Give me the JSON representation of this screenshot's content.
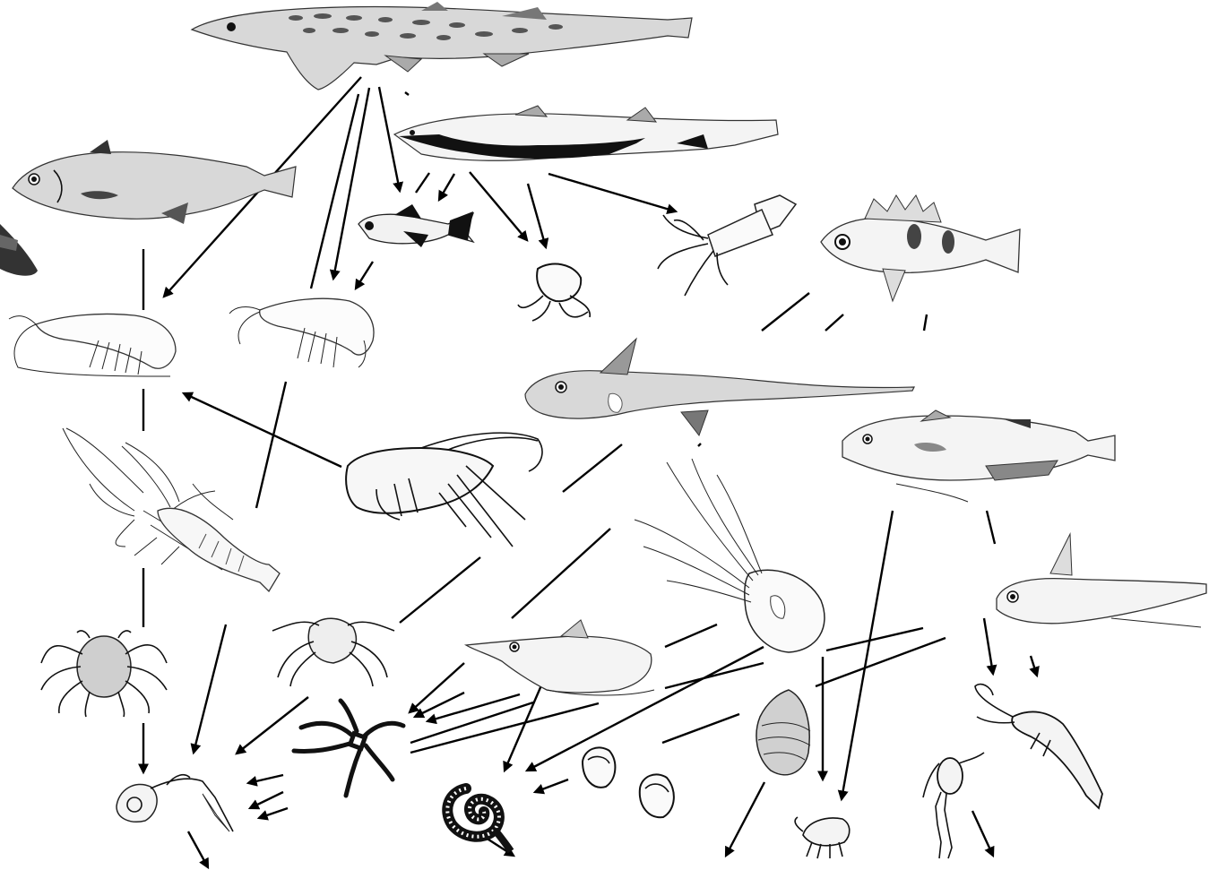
{
  "diagram": {
    "type": "food-web",
    "background": "#ffffff",
    "ink_color": "#000000",
    "organisms": [
      {
        "id": "catshark",
        "icon": "catshark-icon"
      },
      {
        "id": "dark-shark",
        "icon": "dark-shark-icon"
      },
      {
        "id": "cod",
        "icon": "cod-icon"
      },
      {
        "id": "partial-fish",
        "icon": "partial-fish-icon"
      },
      {
        "id": "small-dark-fish",
        "icon": "small-fish-icon"
      },
      {
        "id": "squid",
        "icon": "squid-icon"
      },
      {
        "id": "small-octopus",
        "icon": "small-octopus-icon"
      },
      {
        "id": "scorpionfish",
        "icon": "scorpionfish-icon"
      },
      {
        "id": "shrimp-left",
        "icon": "shrimp-icon"
      },
      {
        "id": "shrimp-mid",
        "icon": "shrimp-icon"
      },
      {
        "id": "chimaera",
        "icon": "chimaera-icon"
      },
      {
        "id": "hake",
        "icon": "hake-icon"
      },
      {
        "id": "lobster",
        "icon": "lobster-icon"
      },
      {
        "id": "deep-prawn",
        "icon": "prawn-icon"
      },
      {
        "id": "octopus",
        "icon": "octopus-icon"
      },
      {
        "id": "grenadier",
        "icon": "grenadier-icon"
      },
      {
        "id": "spider-crab",
        "icon": "spider-crab-icon"
      },
      {
        "id": "small-crab",
        "icon": "crab-icon"
      },
      {
        "id": "snipe-fish",
        "icon": "snipe-fish-icon"
      },
      {
        "id": "whelk",
        "icon": "whelk-icon"
      },
      {
        "id": "mysid",
        "icon": "mysid-icon"
      },
      {
        "id": "hermit-crab",
        "icon": "hermit-crab-icon"
      },
      {
        "id": "brittle-star",
        "icon": "brittle-star-icon"
      },
      {
        "id": "polychaete",
        "icon": "polychaete-worm-icon"
      },
      {
        "id": "bivalves",
        "icon": "bivalve-icon"
      },
      {
        "id": "amphipod",
        "icon": "amphipod-icon"
      },
      {
        "id": "copepod",
        "icon": "copepod-icon"
      }
    ]
  }
}
